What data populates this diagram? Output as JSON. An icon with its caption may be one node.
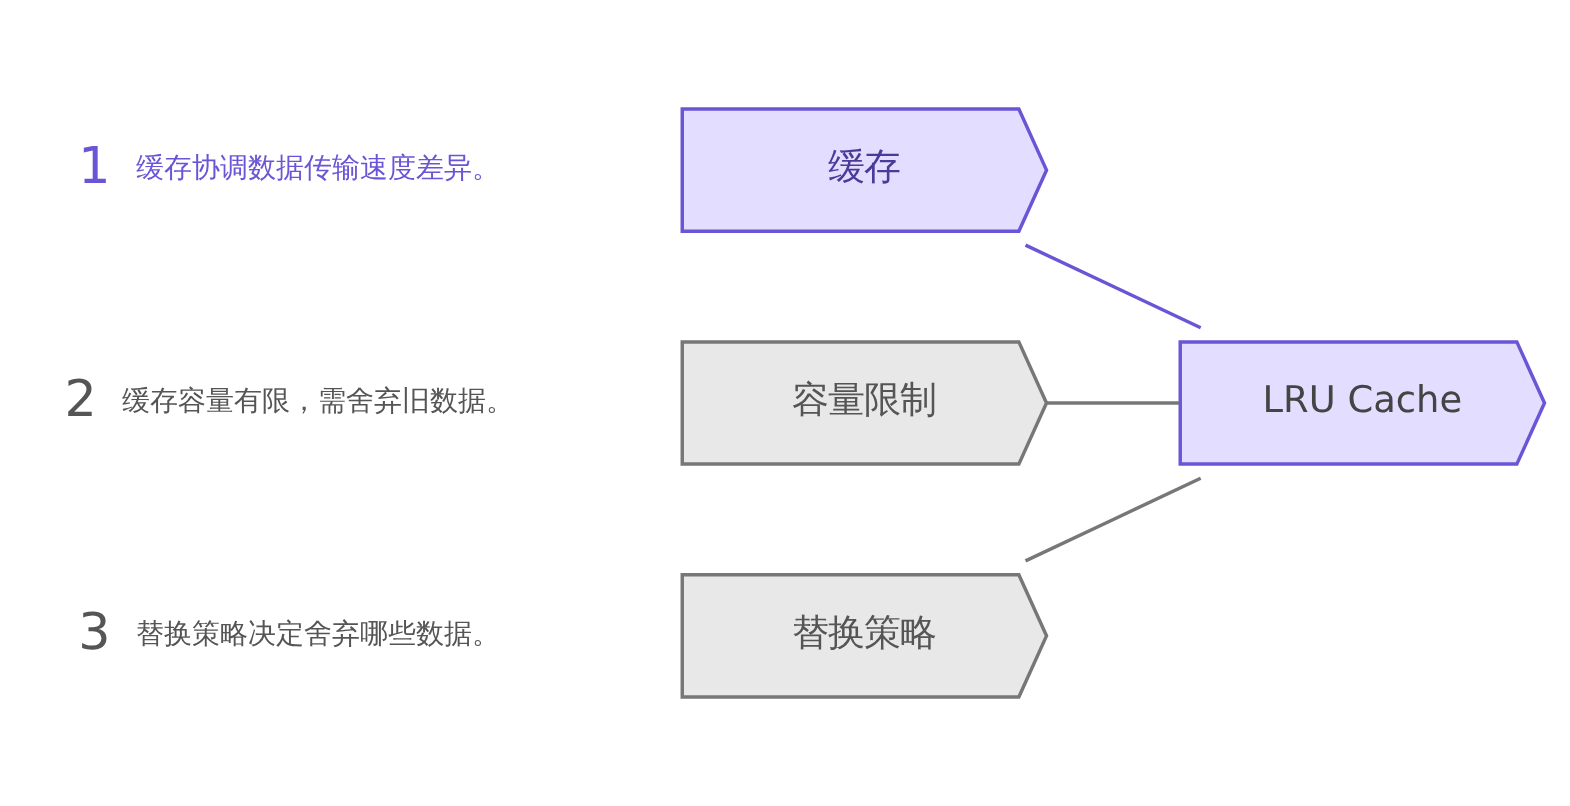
{
  "diagram": {
    "nodes": [
      {
        "text": [
          "缓存"
        ],
        "beside": [
          "1",
          "缓存协调数据传输速度差异。"
        ]
      },
      {
        "text": [
          "容量限制"
        ],
        "beside": [
          "2",
          "缓存容量有限，需舍弃旧数据。"
        ]
      },
      {
        "text": [
          "替换策略"
        ],
        "beside": [
          "3",
          "替换策略决定舍弃哪些数据。"
        ]
      },
      {
        "text": [
          "LRU Cache"
        ]
      }
    ],
    "edges": [
      {
        "from": 0,
        "to": 3,
        "arrow": "none",
        "color": "#6a55d6"
      },
      {
        "from": 1,
        "to": 3,
        "arrow": "none"
      },
      {
        "from": 2,
        "to": 3,
        "arrow": "none"
      }
    ]
  }
}
